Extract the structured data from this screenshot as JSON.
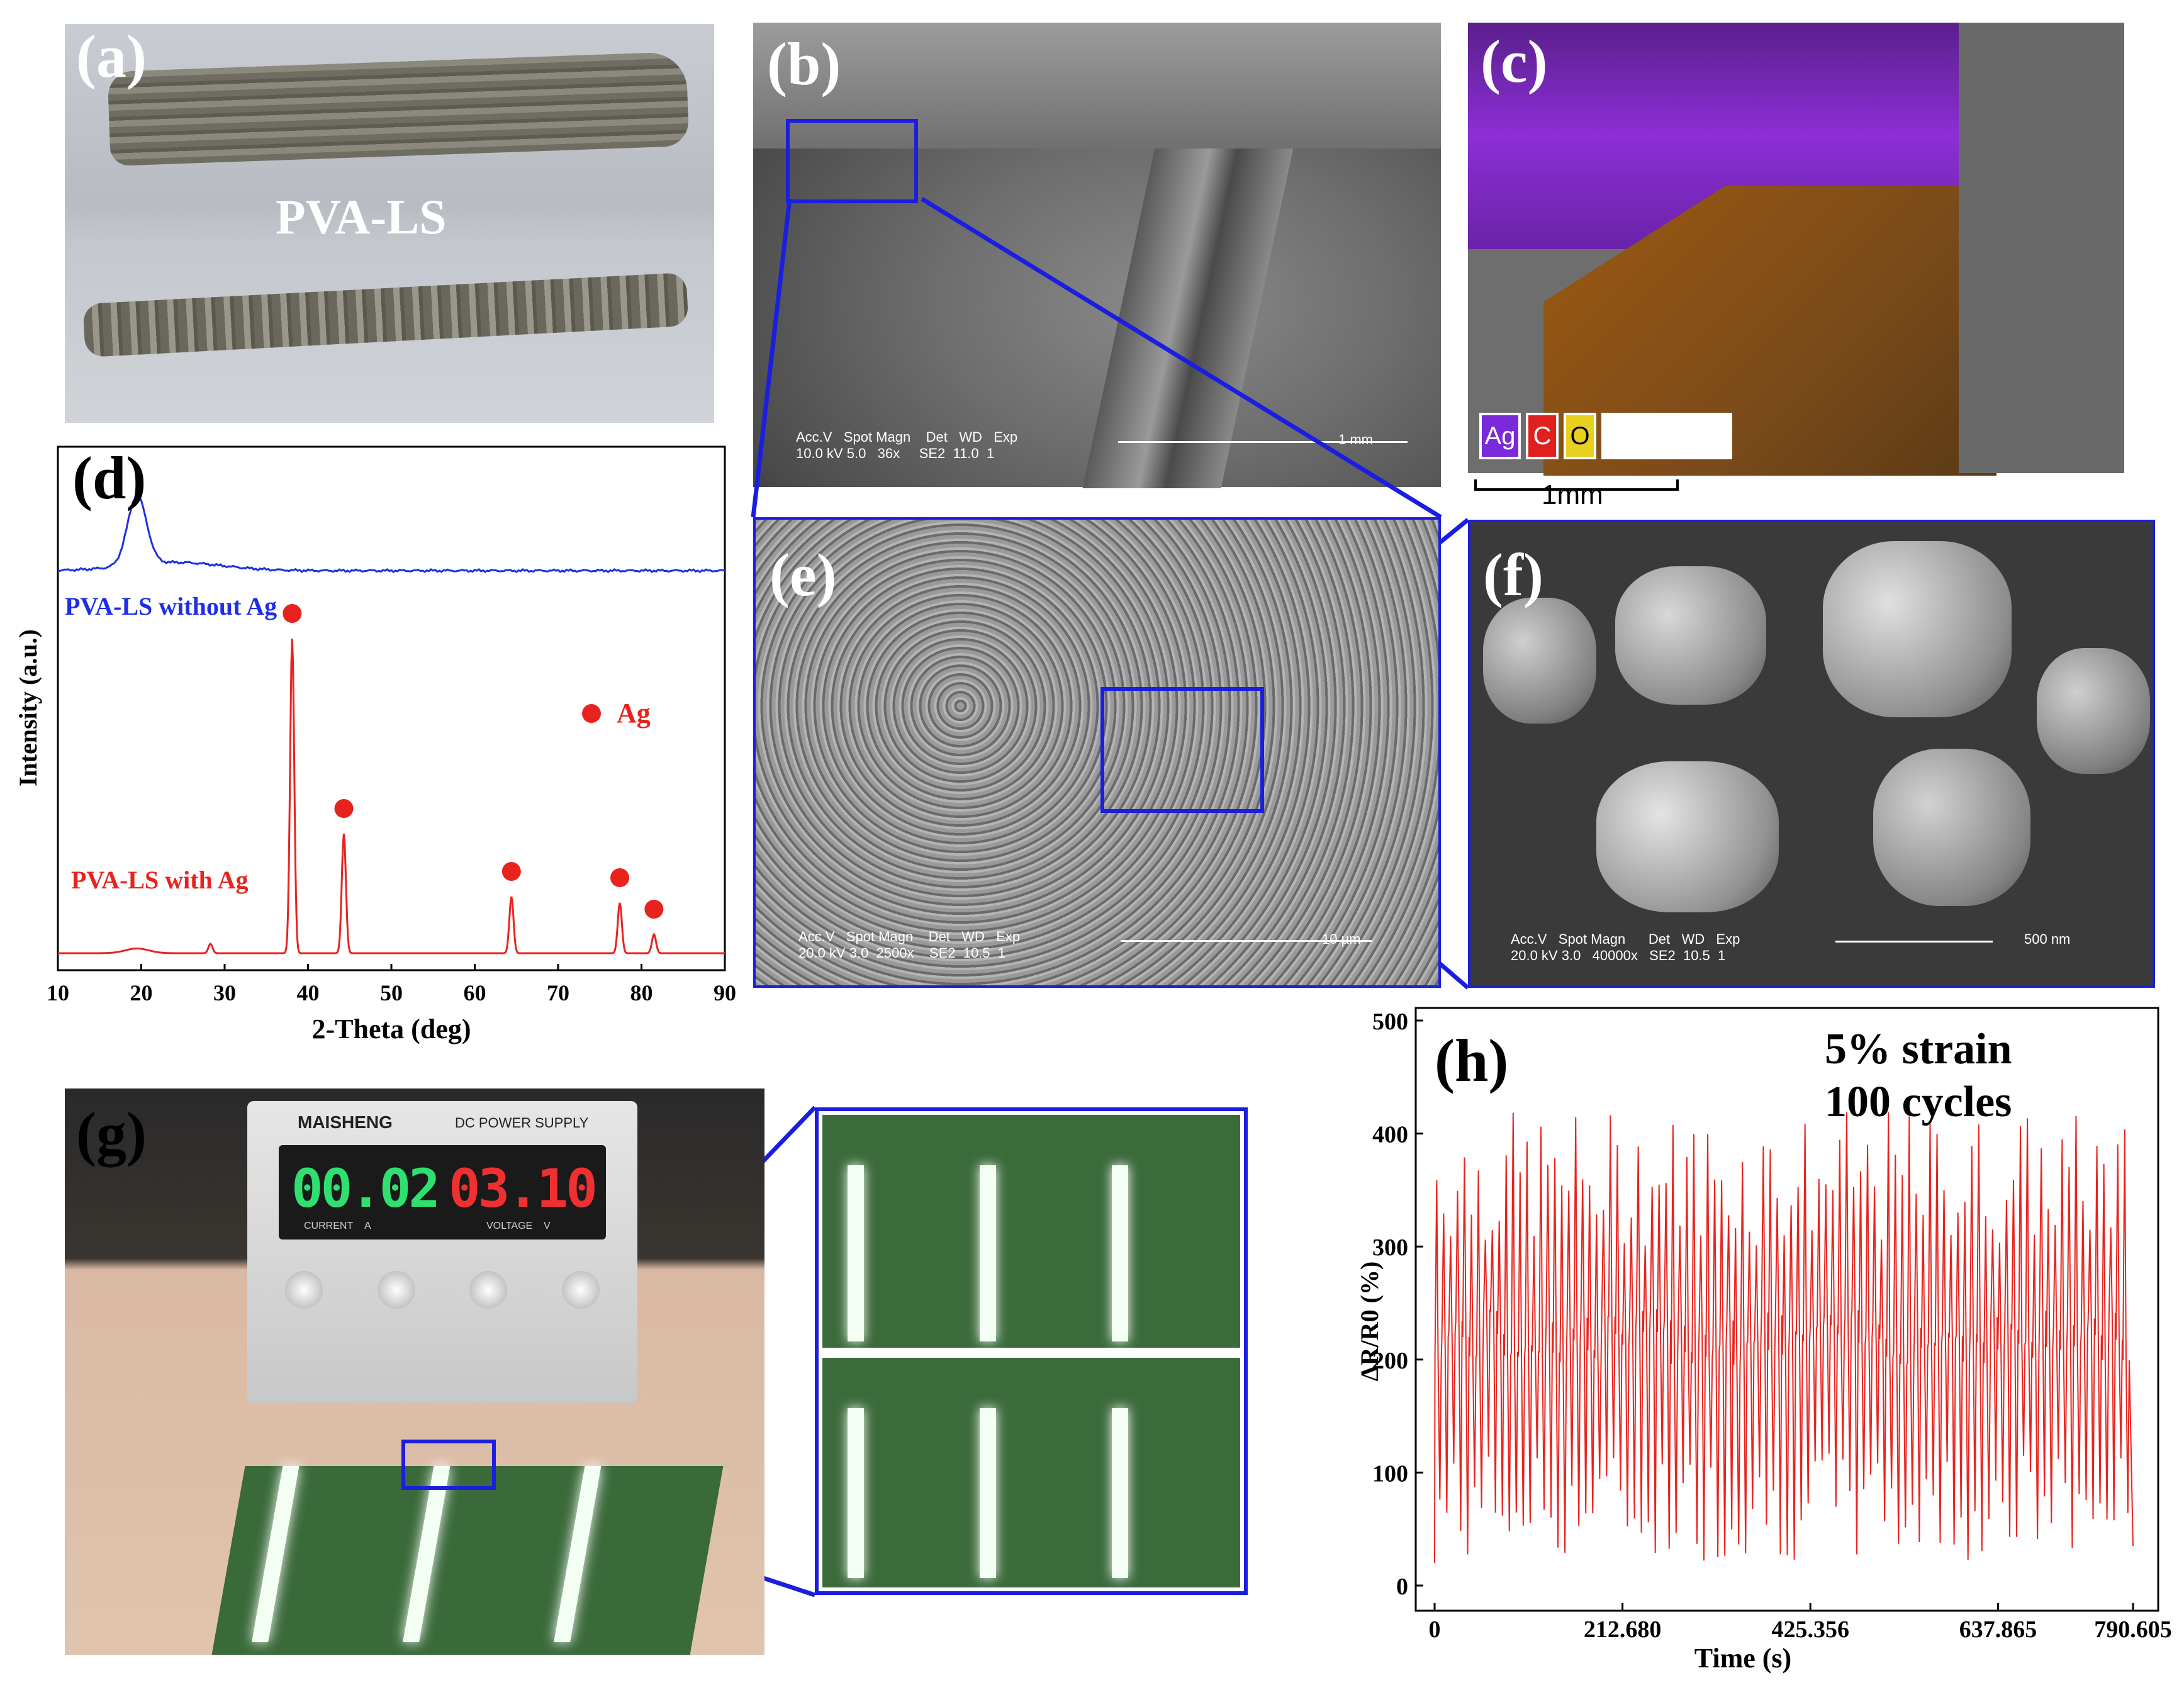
{
  "panels": {
    "a": {
      "label": "(a)",
      "sample_text": "PVA-LS"
    },
    "b": {
      "label": "(b)",
      "sem_header": "Acc.V   Spot Magn    Det   WD   Exp",
      "sem_values": "10.0 kV 5.0   36x     SE2  11.0  1",
      "scale": "1 mm"
    },
    "c": {
      "label": "(c)",
      "legend": [
        "Ag",
        "C",
        "O"
      ],
      "legend_colors": [
        "#7a2ad8",
        "#e0201e",
        "#e8d020"
      ],
      "scale": "1mm"
    },
    "d": {
      "label": "(d)"
    },
    "e": {
      "label": "(e)",
      "sem_header": "Acc.V   Spot Magn    Det   WD   Exp",
      "sem_values": "20.0 kV 3.0  2500x    SE2  10.5  1",
      "scale": "10 µm"
    },
    "f": {
      "label": "(f)",
      "sem_header": "Acc.V   Spot Magn      Det   WD   Exp",
      "sem_values": "20.0 kV 3.0   40000x   SE2  10.5  1",
      "scale": "500 nm"
    },
    "g": {
      "label": "(g)",
      "brand": "MAISHENG",
      "device": "DC POWER SUPPLY",
      "current": "00.02",
      "voltage": "03.10",
      "current_label": "CURRENT",
      "current_unit": "A",
      "voltage_label": "VOLTAGE",
      "voltage_unit": "V"
    },
    "h": {
      "label": "(h)",
      "annot1": "5% strain",
      "annot2": "100 cycles"
    }
  },
  "chart_data": [
    {
      "type": "line",
      "panel": "d",
      "xlabel": "2-Theta (deg)",
      "ylabel": "Intensity (a.u.)",
      "xlim": [
        10,
        90
      ],
      "xticks": [
        "10",
        "20",
        "30",
        "40",
        "50",
        "60",
        "70",
        "80",
        "90"
      ],
      "legend_marker": "Ag",
      "colors": {
        "without": "#1e2ee8",
        "with": "#e8231e"
      },
      "series": [
        {
          "name": "PVA-LS without Ag",
          "peaks": [
            [
              19.5,
              1.0
            ]
          ]
        },
        {
          "name": "PVA-LS with Ag",
          "peaks": [
            [
              38.1,
              1.0
            ],
            [
              44.3,
              0.38
            ],
            [
              64.4,
              0.18
            ],
            [
              77.4,
              0.16
            ],
            [
              81.5,
              0.06
            ],
            [
              28.3,
              0.03
            ]
          ],
          "markers_x": [
            38.1,
            44.3,
            64.4,
            77.4,
            81.5
          ]
        }
      ]
    },
    {
      "type": "line",
      "panel": "h",
      "xlabel": "Time (s)",
      "ylabel": "ΔR/R0 (%)",
      "xlim": [
        0,
        790.605
      ],
      "ylim": [
        0,
        500
      ],
      "xticks": [
        "0",
        "212.680",
        "425.356",
        "637.865",
        "790.605"
      ],
      "yticks": [
        "0",
        "100",
        "200",
        "300",
        "400",
        "500"
      ],
      "color": "#e8231e",
      "cycles": 100,
      "peak_range": [
        300,
        420
      ],
      "valley_range": [
        20,
        120
      ],
      "baseline_mean": 220
    }
  ]
}
